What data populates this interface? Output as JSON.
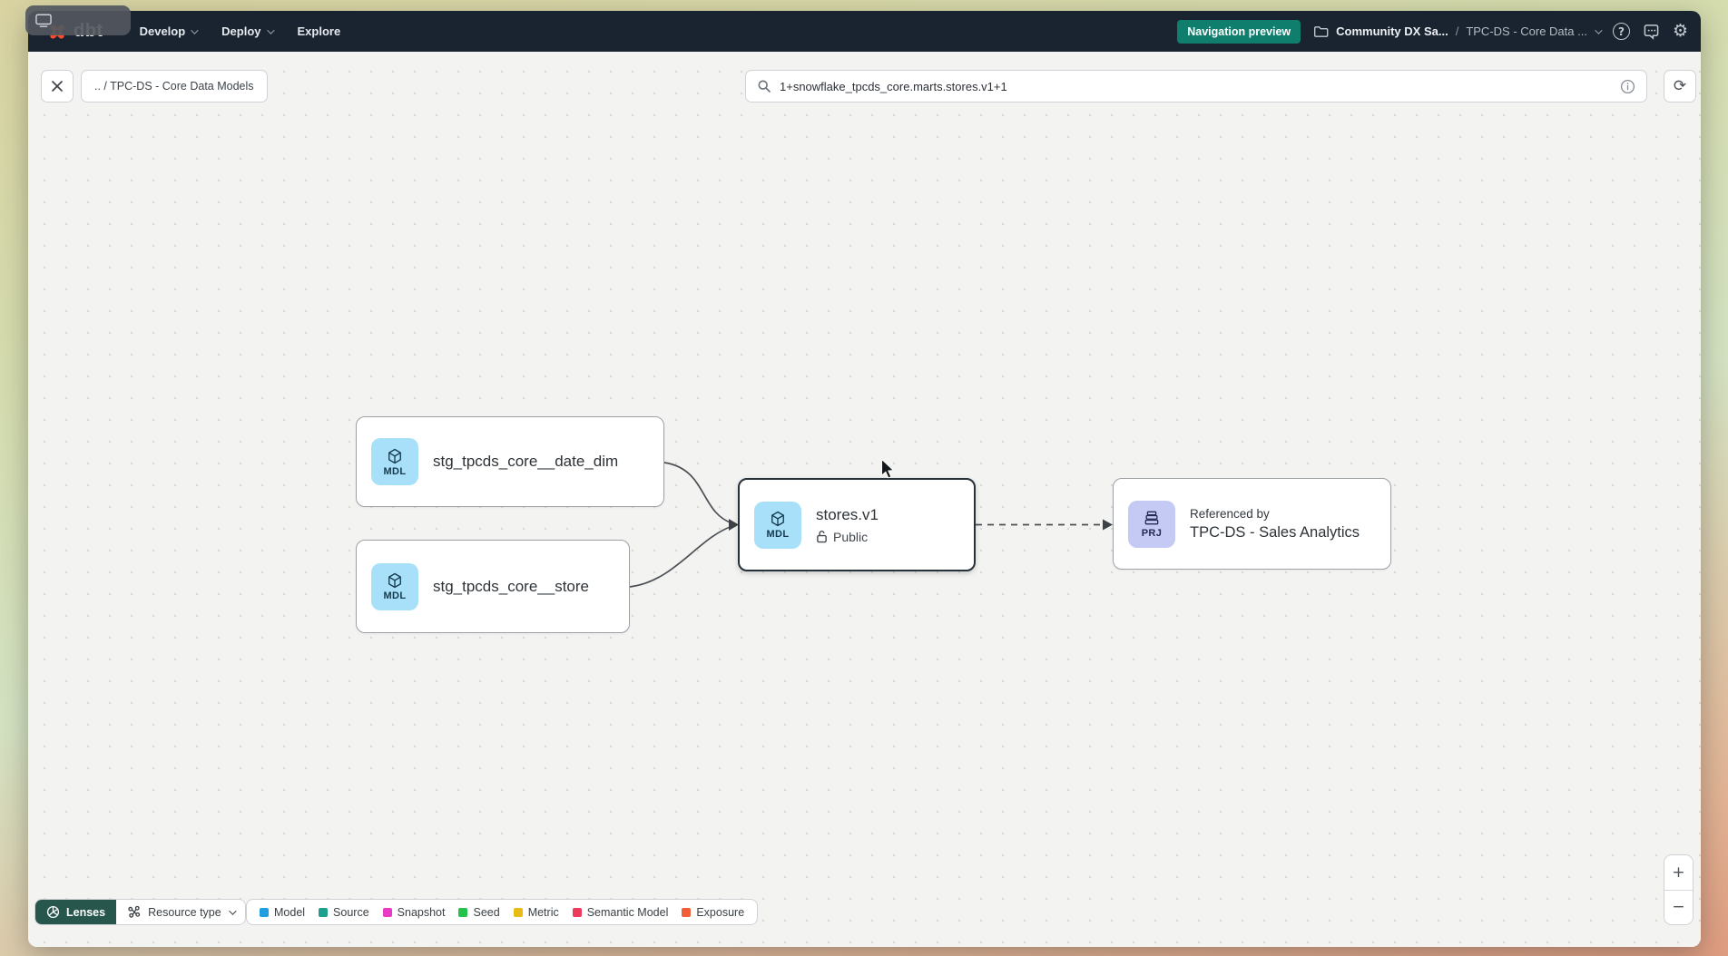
{
  "topnav": {
    "brand": "dbt",
    "menus": [
      {
        "label": "Develop",
        "caret": true
      },
      {
        "label": "Deploy",
        "caret": true
      },
      {
        "label": "Explore",
        "caret": false
      }
    ],
    "preview_badge": "Navigation preview",
    "breadcrumb": {
      "account": "Community DX Sa...",
      "separator": "/",
      "project": "TPC-DS - Core Data ..."
    },
    "help_glyph": "?",
    "gear_glyph": "⚙"
  },
  "toolbar": {
    "path_label": ".. / TPC-DS - Core Data Models",
    "search_value": "1+snowflake_tpcds_core.marts.stores.v1+1",
    "refresh_glyph": "⟳"
  },
  "canvas": {
    "nodes": [
      {
        "badge": "MDL",
        "label": "stg_tpcds_core__date_dim"
      },
      {
        "badge": "MDL",
        "label": "stg_tpcds_core__store"
      },
      {
        "badge": "MDL",
        "label": "stores.v1",
        "access": "Public"
      },
      {
        "badge": "PRJ",
        "kicker": "Referenced by",
        "label": "TPC-DS - Sales Analytics"
      }
    ]
  },
  "footer": {
    "lenses_label": "Lenses",
    "resource_type_label": "Resource type",
    "legend": [
      {
        "label": "Model",
        "color": "#1f9fe0"
      },
      {
        "label": "Source",
        "color": "#1d9f8d"
      },
      {
        "label": "Snapshot",
        "color": "#e83cc7"
      },
      {
        "label": "Seed",
        "color": "#24c14b"
      },
      {
        "label": "Metric",
        "color": "#e8bb16"
      },
      {
        "label": "Semantic Model",
        "color": "#ee3a5d"
      },
      {
        "label": "Exposure",
        "color": "#f05f38"
      }
    ]
  },
  "zoom_controls": {
    "zoom_in": "+",
    "zoom_out": "−"
  },
  "colors": {
    "navbar_bg": "#1a2430",
    "badge_teal": "#0f7e6d",
    "brand_orange": "#ff4a2d",
    "model_tile": "#a8e0f9",
    "project_tile": "#c5caf4",
    "lenses_bg": "#27564d",
    "edge": "#4b5055"
  }
}
